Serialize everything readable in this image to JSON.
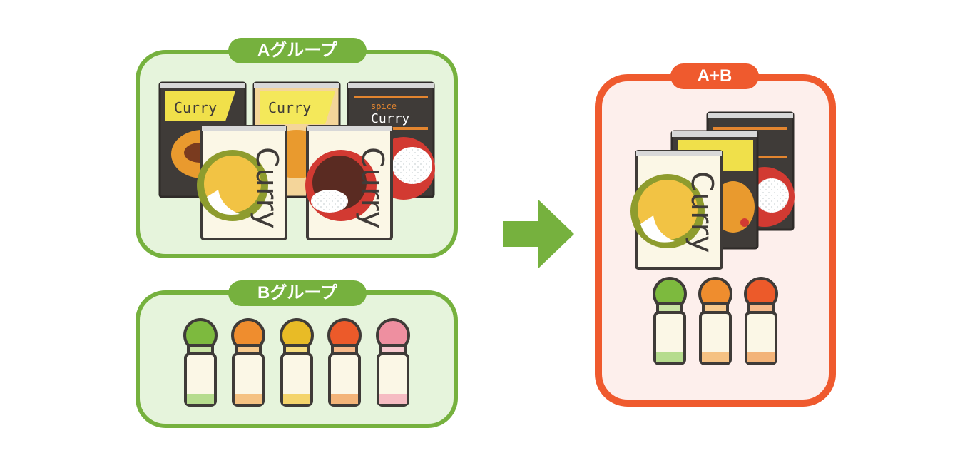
{
  "group_a": {
    "label": "Aグループ"
  },
  "group_b": {
    "label": "Bグループ"
  },
  "group_ab": {
    "label": "A+B"
  },
  "packages": {
    "curry_text": "Curry",
    "spice_text": "spice"
  },
  "colors": {
    "green": "#76b13e",
    "green_fill": "#e6f4dc",
    "red": "#ef5a2e",
    "red_fill": "#fdefec",
    "box_dark": "#3f3b38",
    "box_cream": "#fbf7e6",
    "yellow": "#f0e04a",
    "bottle_caps": [
      "#7dba3e",
      "#ef8d2e",
      "#e8bb26",
      "#ec5a2a",
      "#ee8fa0"
    ]
  }
}
